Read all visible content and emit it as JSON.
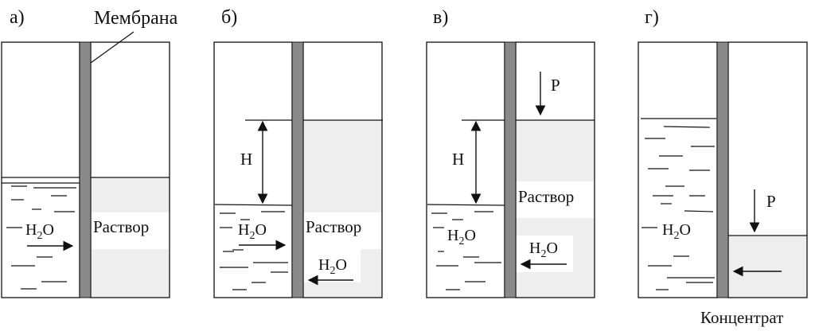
{
  "panels": {
    "a": {
      "label": "а)"
    },
    "b": {
      "label": "б)"
    },
    "v": {
      "label": "в)"
    },
    "g": {
      "label": "г)"
    }
  },
  "membrane_label": "Мембрана",
  "solution_label": "Раствор",
  "water": {
    "main": "H",
    "sub": "2",
    "tail": "O"
  },
  "height_label": "H",
  "pressure_label": "P",
  "concentrate_label": "Концентрат",
  "colors": {
    "solution_fill": "#eeeeee",
    "membrane": "#8a8a8a",
    "stroke": "#111111"
  }
}
